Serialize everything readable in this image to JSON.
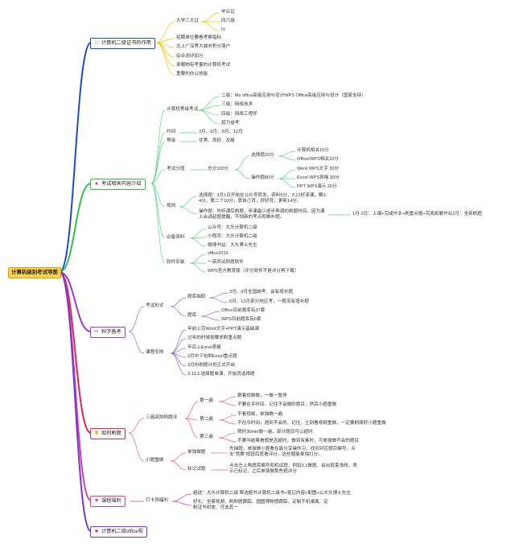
{
  "root": "计算机级别考试导图",
  "colors": {
    "b1": "#1e49d6",
    "b2": "#2fc24a",
    "b3": "#a03ad0",
    "b4": "#e8234a",
    "b5": "#d93aa8",
    "b6": "#7a33d6",
    "l1": "#f2c400",
    "l2": "#5fd08a",
    "l3": "#8a6cd8",
    "l4": "#f06080"
  },
  "b1": {
    "label": "计算机二级证书的作用",
    "icon": "☆",
    "n1": "大学三大证",
    "n1a": "毕业证",
    "n1b": "四六级",
    "n1c": "IV",
    "n2": "招聘单位要看考察指标",
    "n3": "北上广深等大城市积分落户",
    "n4": "综合测评加分",
    "n5": "承载物有考量的计算机考试",
    "n6": "重要的办公技能"
  },
  "b2": {
    "label": "考试相关内容介绍",
    "icon": "♦",
    "type": "计算机等级考试",
    "t1": "二级：Ms office高级应用与设计WPS Office高级应用与设计（国家支持）",
    "t2": "三级：网络技术",
    "t3": "四级：网络工程师",
    "t4": "招为省考",
    "time": "时间",
    "time_v": "3月、6月、9月、12月",
    "level": "等级",
    "level_v": "优秀、良好、及格",
    "score": "考试分值",
    "score_v": "总分100分",
    "choice": "选择题20分",
    "c1": "计算机相关10分",
    "c2": "Office/WPS相关10分",
    "op": "操作题80分",
    "o1": "Word WPS文字 30分",
    "o2": "Excel WPS表格 30分",
    "o3": "PPT WPS演示 20分",
    "rule": "规则",
    "r1": "选择题：3月1日开始在公众号转发，资料5分，3.12好读课，赛3-4分，第二个10分，靠自己背，好好背，更新14分。",
    "r2": "操作题：先听课后刷题，听课最少逐步再调的刷题时间，因为课上会讲起题提醒，不怕新的考点和难补题。",
    "r2x": "1月-2月：上课+完成作业+刷重点题+完成拓展作业2月：全部刷题",
    "must": "必备资料",
    "m1": "公众号：大头计算机二级",
    "m2": "小程序：大头计算机二级",
    "m3": "微博书站：大头博士先生",
    "soft": "软件安装",
    "s1": "office2016",
    "s2": "一英西试刷题软件",
    "s3": "WPS官方教育版（评分软件不是评分再下载）"
  },
  "b3": {
    "label": "科学备考",
    "icon": "✂",
    "form": "考试形式",
    "lib": "题库抽取",
    "f1": "3月、9月全国统考，会有增补题",
    "f2": "6月、12月部分地区考，一般没有增补题",
    "bank": "题库",
    "k1": "Office目前题库有37套",
    "k2": "WPS目前题库有6套",
    "plan": "课程安排",
    "p1": "年前上完Word文字+PPT演示基础课",
    "p2": "过年的时候按要求刷重点题",
    "p3": "年后上Excel表格",
    "p4": "2月中下旬刷Excel重点题",
    "p5": "3月份刷题计划正式开启",
    "p6": "3.12上选择题单课，开始背选择题"
  },
  "b4": {
    "label": "如何刷题",
    "icon": "♜",
    "three": "三遍高效刷题法",
    "w1": "第一遍",
    "w1a": "跟着视频做，一做一暂停",
    "w1b": "不要在乎时间，记住不会做的题目，然后小题重做",
    "w2": "第二遍",
    "w2a": "不看视频，单独做一遍",
    "w2b": "不在乎时间，遇到不会的，记住，立刻看视频重做，一定要刷简好小题重做",
    "w3": "第三遍",
    "w3a": "限时30min做一遍，部分题目可以超时",
    "w3b": "不要叫结果看题是否超时，做到有素时，可单独做不会的题目",
    "small": "小题重做",
    "sm1": "单独做题",
    "sm1a": "先抽题，单独做小题看在最分享操作习，找到对应题目编号，点击\"竞赛\"按钮后查看评分，这些题能单独打分。",
    "sm2": "标记试题",
    "sm2a": "点击左上角题库编号和机试题，例如3.1做题，会出现束浅线，表示已标记，之后单独做那些题评分"
  },
  "b5": {
    "label": "课程福利",
    "icon": "♥",
    "card": "打卡领福利",
    "cw1": "超送：大头计算机二级 帮选题书计算机二级书+笔记内容+配图+公大头博士先生",
    "cw2": "好礼：全套视频、刷刷题跟踪、圆图博物馆跟踪、定制手机桌面、定制证书封皮、任选其一"
  },
  "b6": {
    "label": "计算机二级office视",
    "icon": "★"
  }
}
